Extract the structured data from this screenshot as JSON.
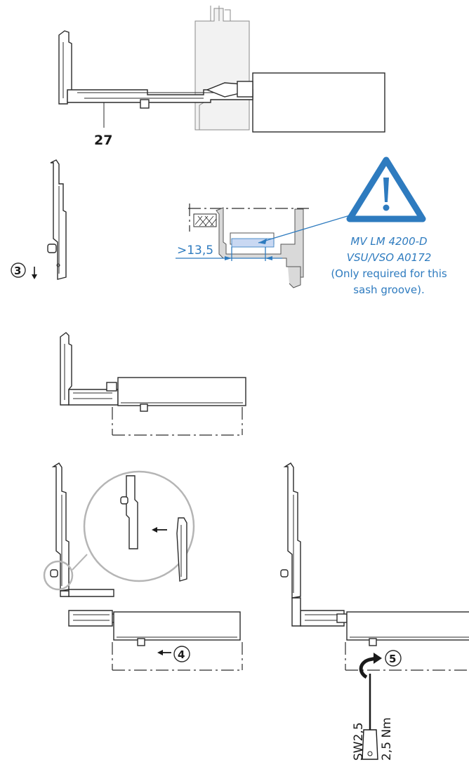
{
  "labels": {
    "part_number": "27",
    "step_3": "3",
    "step_4": "4",
    "step_5": "5",
    "dimension": ">13,5",
    "tool_size": "SW2,5",
    "torque": "2,5 Nm"
  },
  "note": {
    "line1": "MV LM 4200-D",
    "line2": "VSU/VSO A0172",
    "line3": "(Only required for this",
    "line4": "sash groove)."
  },
  "colors": {
    "accent": "#2e7bbf",
    "warning_fill": "#ffffff",
    "highlight": "#c9d8f2",
    "line": "#2b2b2b"
  },
  "icons": [
    "warning-triangle-icon",
    "arrow-down-icon",
    "arrow-left-icon",
    "rotate-arrow-icon",
    "hex-key-icon"
  ]
}
